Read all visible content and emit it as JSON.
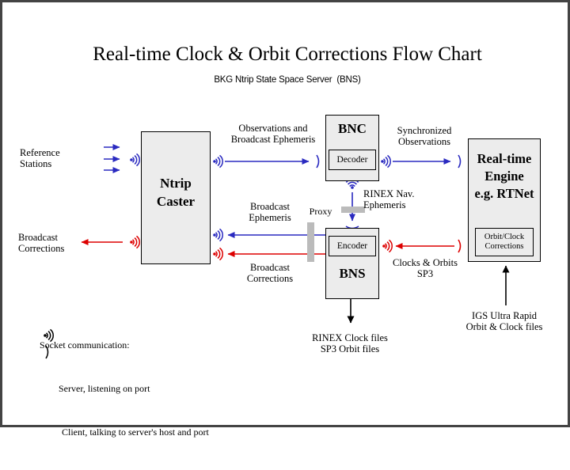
{
  "page": {
    "title": "Real-time Clock & Orbit Corrections Flow Chart",
    "subtitle": "BKG Ntrip State Space Server  (BNS)",
    "border_color": "#444444",
    "background": "#ffffff"
  },
  "colors": {
    "blue": "#2a2ac0",
    "red": "#dd0000",
    "box_fill": "#ececec",
    "box_border": "#000000",
    "proxy_gray": "#bbbbbb"
  },
  "boxes": {
    "caster": {
      "label": "Ntrip\nCaster"
    },
    "bnc": {
      "label": "BNC",
      "inner": "Decoder"
    },
    "bns": {
      "label": "BNS",
      "inner": "Encoder"
    },
    "engine": {
      "label": "Real-time\nEngine\ne.g. RTNet",
      "inner": "Orbit/Clock\nCorrections"
    }
  },
  "labels": {
    "reference_stations": "Reference\nStations",
    "broadcast_corrections_left": "Broadcast\nCorrections",
    "observations_and_broadcast_ephemeris": "Observations and\nBroadcast Ephemeris",
    "synchronized_observations": "Synchronized\nObservations",
    "broadcast_ephemeris": "Broadcast\nEphemeris",
    "broadcast_corrections_mid": "Broadcast\nCorrections",
    "proxy": "Proxy",
    "rinex_nav_ephemeris": "RINEX Nav.\nEphemeris",
    "clocks_and_orbits_sp3": "Clocks & Orbits\nSP3",
    "rinex_clock_sp3_files": "RINEX Clock files\nSP3 Orbit files",
    "igs_ultra_rapid": "IGS Ultra Rapid\nOrbit & Clock files"
  },
  "legend": {
    "title": "Socket communication:",
    "items": [
      {
        "icon": "antenna-icon",
        "text": "Server, listening on port"
      },
      {
        "icon": "paren-icon",
        "text": "Client, talking to server's host and port"
      }
    ]
  },
  "flows": [
    {
      "name": "reference-stations-to-caster",
      "color": "#2a2ac0",
      "direction": "right",
      "count": 3
    },
    {
      "name": "caster-to-bnc-observations",
      "color": "#2a2ac0",
      "direction": "right"
    },
    {
      "name": "bnc-to-engine-sync-observations",
      "color": "#2a2ac0",
      "direction": "right"
    },
    {
      "name": "bnc-to-bns-rinex-nav",
      "color": "#2a2ac0",
      "direction": "down"
    },
    {
      "name": "bns-to-caster-broadcast-ephemeris",
      "color": "#2a2ac0",
      "direction": "left"
    },
    {
      "name": "bns-to-caster-broadcast-corrections",
      "color": "#dd0000",
      "direction": "left"
    },
    {
      "name": "engine-to-bns-clocks-orbits",
      "color": "#dd0000",
      "direction": "left"
    },
    {
      "name": "caster-to-broadcast-corrections-out",
      "color": "#dd0000",
      "direction": "left"
    },
    {
      "name": "bns-to-rinex-files",
      "color": "#000000",
      "direction": "down"
    },
    {
      "name": "igs-to-engine",
      "color": "#000000",
      "direction": "up"
    }
  ]
}
